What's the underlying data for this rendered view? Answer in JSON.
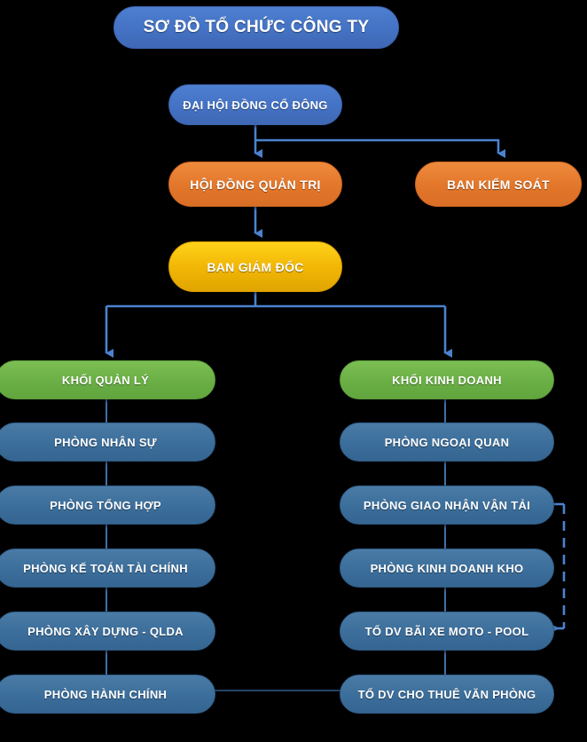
{
  "diagram": {
    "type": "organization-chart",
    "title": "SƠ ĐỒ TỔ CHỨC CÔNG TY",
    "background": "#000000",
    "colors": {
      "title_blue": "#4472C4",
      "royal_blue": "#4472C4",
      "orange": "#E2762A",
      "gold": "#F2B705",
      "green": "#6AAF45",
      "steel_blue": "#3C6E9B",
      "connector_blue": "#4472C4",
      "connector_thin": "#2F5C86"
    },
    "levels": {
      "level0": {
        "label": "SƠ ĐỒ TỔ CHỨC CÔNG TY"
      },
      "level1": {
        "label": "ĐẠI HỘI ĐỒNG CỔ ĐÔNG"
      },
      "level2": [
        {
          "label": "HỘI ĐỒNG QUẢN TRỊ"
        },
        {
          "label": "BAN KIỂM SOÁT"
        }
      ],
      "level3": {
        "label": "BAN GIÁM ĐỐC"
      }
    },
    "columns": [
      {
        "head": "KHỐI QUẢN LÝ",
        "items": [
          {
            "label": "PHÒNG NHÂN SỰ"
          },
          {
            "label": "PHÒNG TỔNG HỢP"
          },
          {
            "label": "PHÒNG KẾ TOÁN TÀI CHÍNH"
          },
          {
            "label": "PHÒNG XÂY DỰNG - QLDA"
          },
          {
            "label": "PHÒNG HÀNH CHÍNH"
          }
        ]
      },
      {
        "head": "KHỐI KINH DOANH",
        "items": [
          {
            "label": "PHÒNG NGOẠI QUAN"
          },
          {
            "label": "PHÒNG GIAO NHẬN VẬN TẢI"
          },
          {
            "label": "PHÒNG KINH DOANH KHO"
          },
          {
            "label": "TỔ DV BÃI XE MOTO - POOL"
          },
          {
            "label": "TỔ DV CHO THUÊ VĂN PHÒNG"
          }
        ]
      }
    ]
  }
}
